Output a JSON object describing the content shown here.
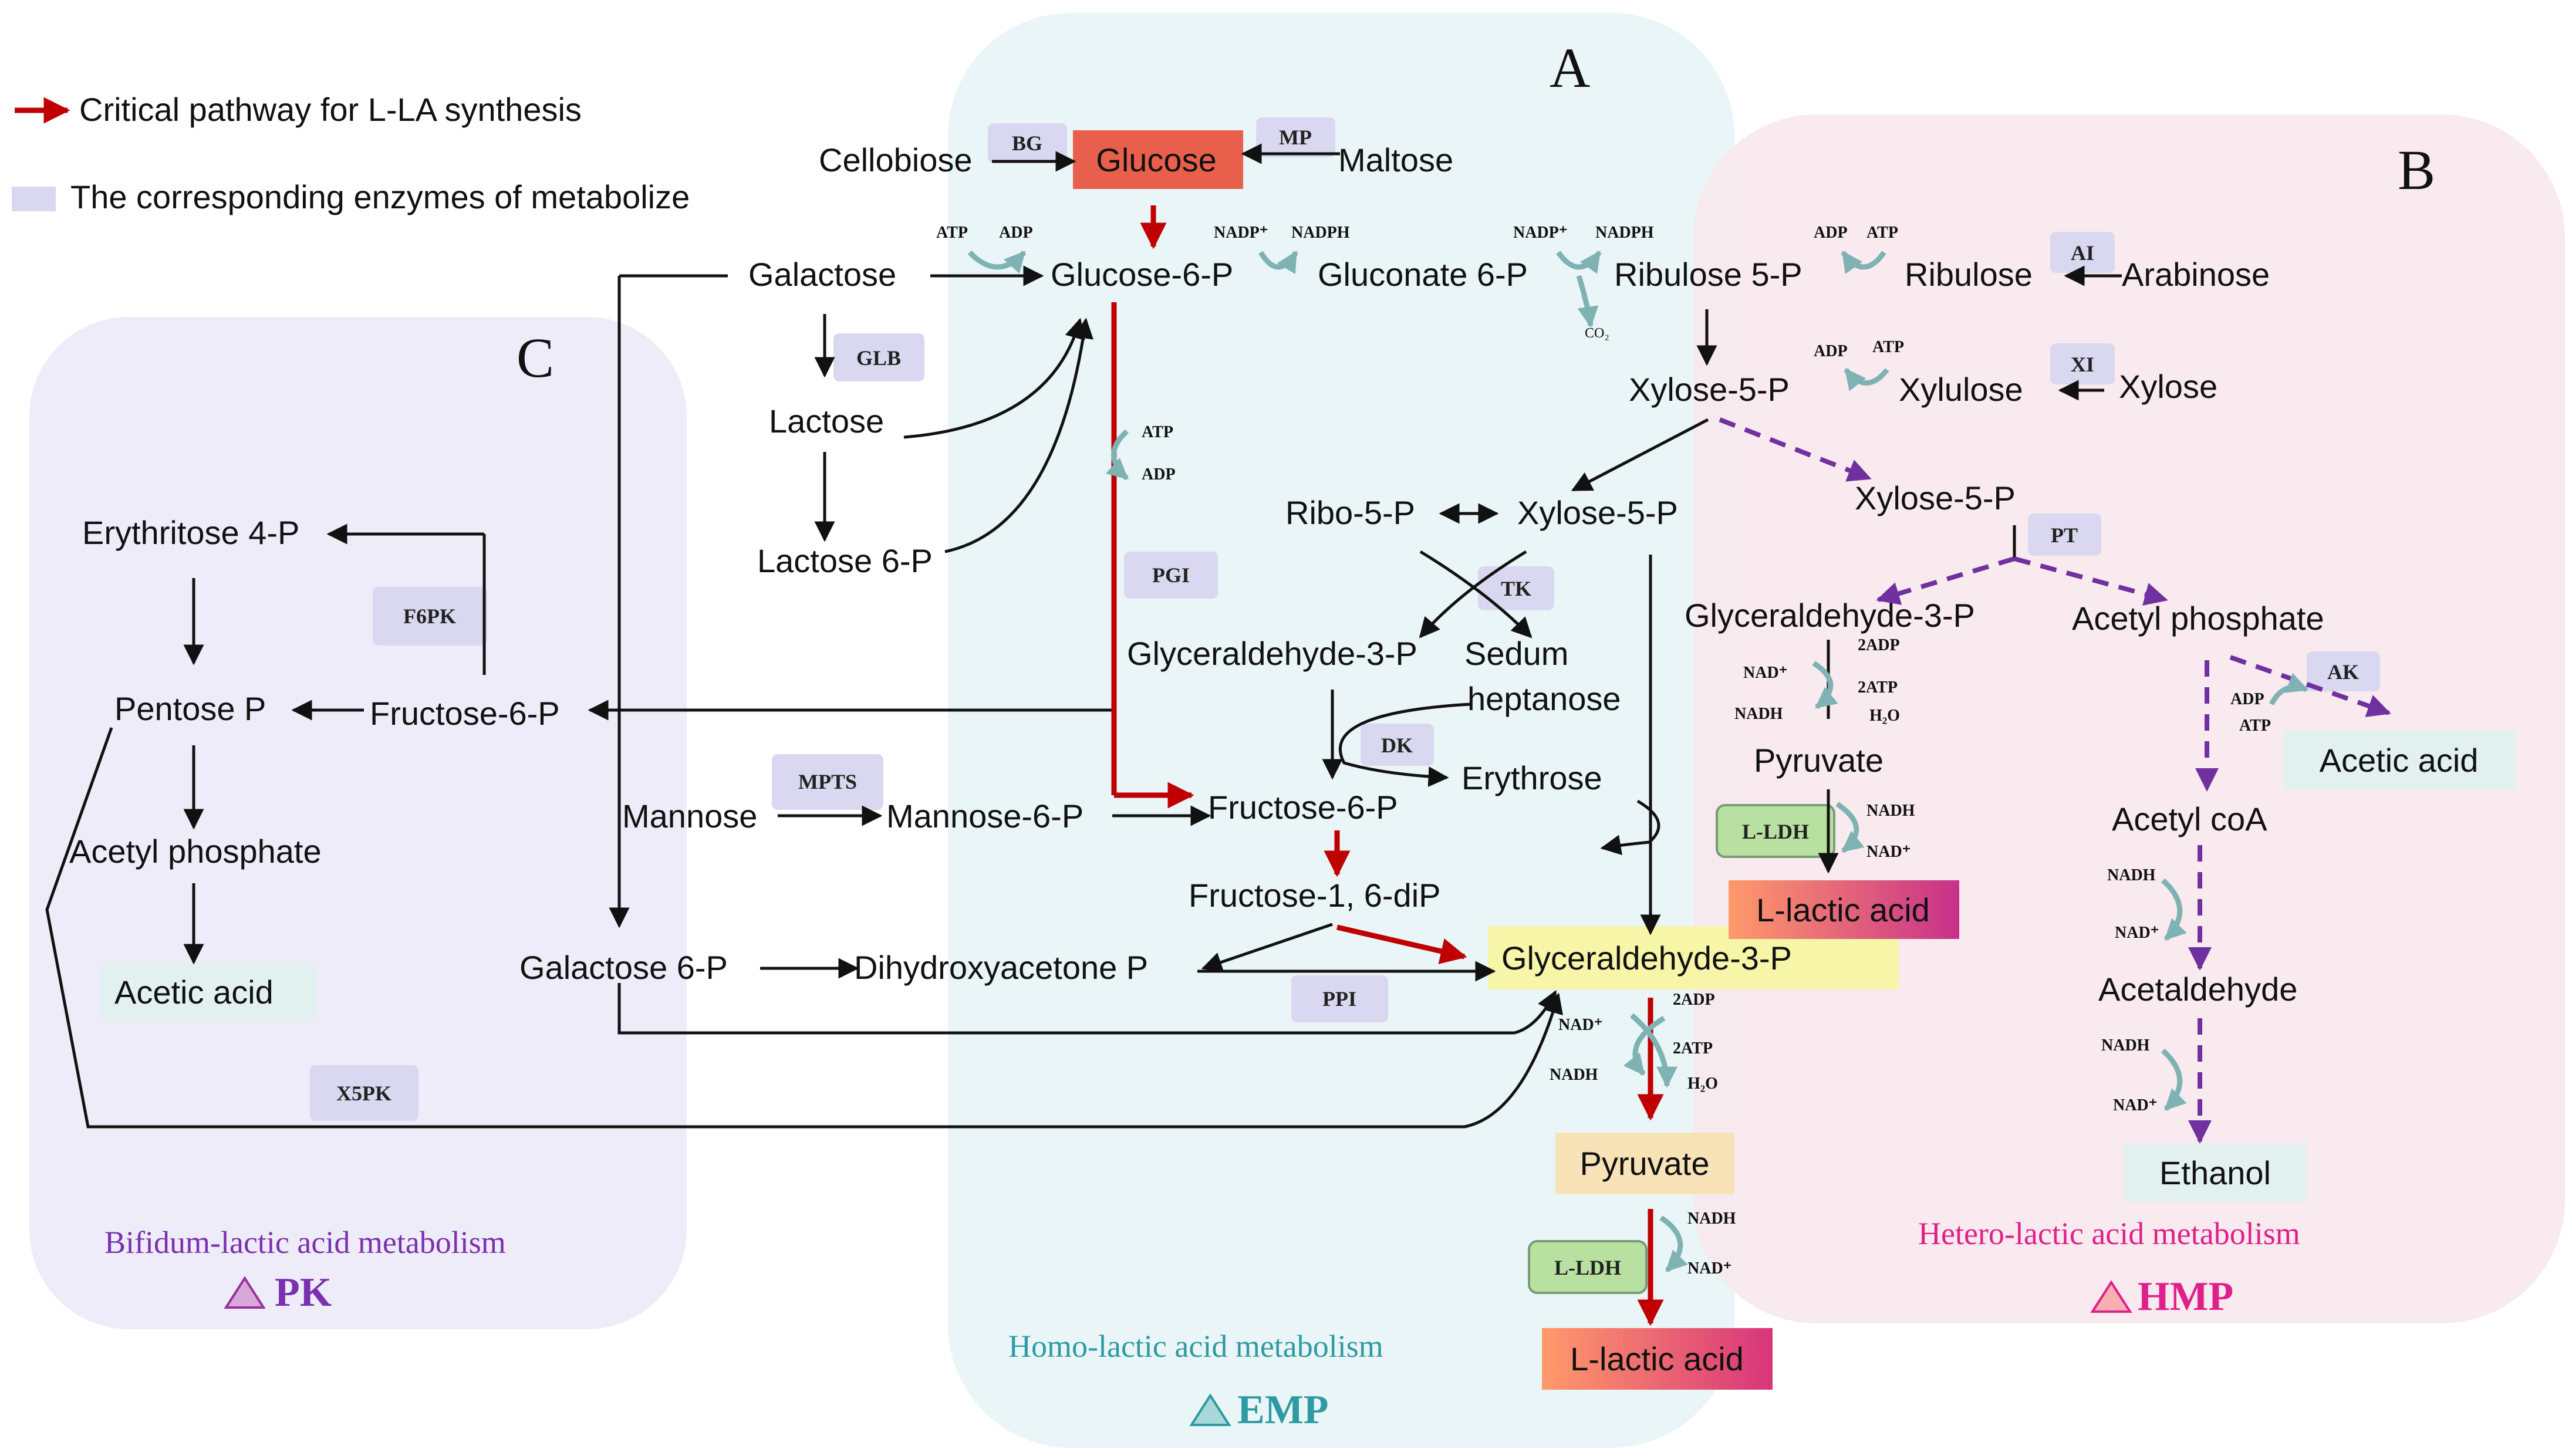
{
  "legend": {
    "critical": "Critical pathway for L-LA synthesis",
    "enzymes": "The corresponding enzymes of metabolize"
  },
  "regions": {
    "A": {
      "letter": "A",
      "caption": "Homo-lactic acid metabolism",
      "pathway": "EMP",
      "color": "#eaf5f7",
      "accent": "#2e9aa3"
    },
    "B": {
      "letter": "B",
      "caption": "Hetero-lactic acid metabolism",
      "pathway": "HMP",
      "color": "#f7e8ee",
      "accent": "#e0208a"
    },
    "C": {
      "letter": "C",
      "caption": "Bifidum-lactic acid metabolism",
      "pathway": "PK",
      "color": "#ecebf7",
      "accent": "#7a30b0"
    }
  },
  "metabolites": {
    "cellobiose": "Cellobiose",
    "glucose": "Glucose",
    "maltose": "Maltose",
    "galactose": "Galactose",
    "glucose6p": "Glucose-6-P",
    "gluconate6p": "Gluconate 6-P",
    "ribulose5p": "Ribulose 5-P",
    "ribulose": "Ribulose",
    "arabinose": "Arabinose",
    "xylose5p_a": "Xylose-5-P",
    "xylulose": "Xylulose",
    "xylose": "Xylose",
    "lactose": "Lactose",
    "lactose6p": "Lactose 6-P",
    "ribo5p": "Ribo-5-P",
    "xylose5p_b": "Xylose-5-P",
    "xylose5p_c": "Xylose-5-P",
    "g3p_mid": "Glyceraldehyde-3-P",
    "sedum1": "Sedum",
    "sedum2": "heptanose",
    "erythrose": "Erythrose",
    "erythritose4p": "Erythritose 4-P",
    "pentosep": "Pentose P",
    "fructose6p_left": "Fructose-6-P",
    "acetylphosphate_left": "Acetyl phosphate",
    "aceticacid_left": "Acetic acid",
    "mannose": "Mannose",
    "mannose6p": "Mannose-6-P",
    "fructose6p": "Fructose-6-P",
    "fructose16dip": "Fructose-1, 6-diP",
    "galactose6p": "Galactose 6-P",
    "dhap": "Dihydroxyacetone P",
    "g3p_main": "Glyceraldehyde-3-P",
    "pyruvate_main": "Pyruvate",
    "llactic_main": "L-lactic acid",
    "g3p_hmp": "Glyceraldehyde-3-P",
    "pyruvate_hmp": "Pyruvate",
    "llactic_hmp": "L-lactic acid",
    "acetylphosphate_hmp": "Acetyl phosphate",
    "aceticacid_hmp": "Acetic acid",
    "acetylcoa": "Acetyl coA",
    "acetaldehyde": "Acetaldehyde",
    "ethanol": "Ethanol"
  },
  "enzymes": {
    "bg": "BG",
    "mp": "MP",
    "ai": "AI",
    "xi": "XI",
    "glb": "GLB",
    "pgi": "PGI",
    "tk": "TK",
    "dk": "DK",
    "pt": "PT",
    "ak": "AK",
    "f6pk": "F6PK",
    "mpts": "MPTS",
    "ppi": "PPI",
    "x5pk": "X5PK",
    "ldh_main": "L-LDH",
    "ldh_hmp": "L-LDH"
  },
  "cofactors": {
    "atp": "ATP",
    "adp": "ADP",
    "nadp": "NADP⁺",
    "nadph": "NADPH",
    "co2": "CO₂",
    "nad": "NAD⁺",
    "nadh": "NADH",
    "adp2": "2ADP",
    "atp2": "2ATP",
    "h2o": "H₂O"
  },
  "colors": {
    "critical": "#c00000",
    "hetero": "#7030a0",
    "glucose_box": "#e8604c",
    "g3p_box": "#f6f5a8",
    "pyruvate_box": "#f8e2b8",
    "lactic_start": "#ff9a6a",
    "lactic_end": "#d8357a",
    "ldh_box": "#b8e0a0",
    "acid_box": "#e2f0f0",
    "enzyme_pill": "#d9d8f0"
  }
}
